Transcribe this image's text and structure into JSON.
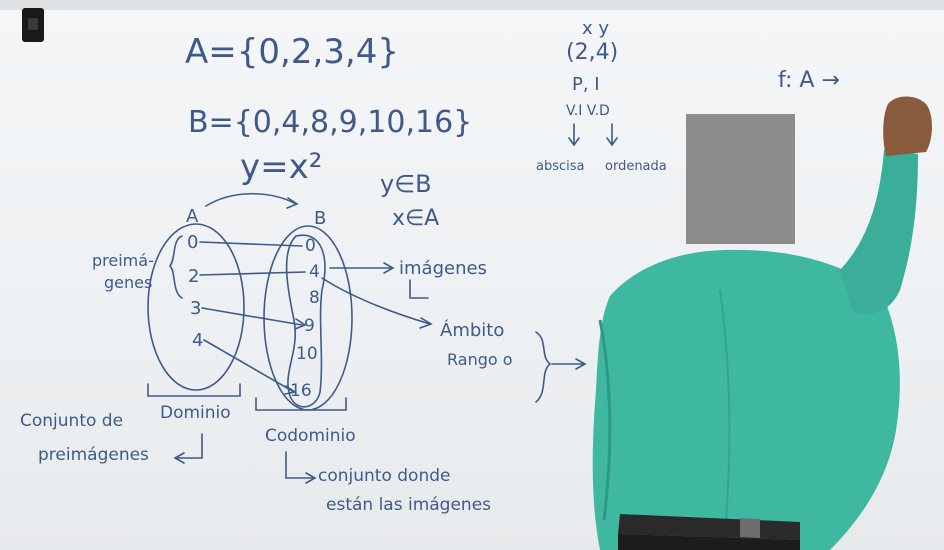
{
  "whiteboard": {
    "set_a": "A={0,2,3,4}",
    "set_b": "B={0,4,8,9,10,16}",
    "function_rule": "y=x²",
    "y_in_b": "y∈B",
    "x_in_a": "x∈A",
    "label_a": "A",
    "label_b": "B",
    "preimagenes": [
      "preimá-",
      "genes"
    ],
    "domain_values": [
      "0",
      "2",
      "3",
      "4"
    ],
    "codomain_values": [
      "0",
      "4",
      "8",
      "9",
      "10",
      "16"
    ],
    "imagenes": "imágenes",
    "ambito_rango": [
      "Ámbito",
      "Rango o"
    ],
    "dominio": "Dominio",
    "codominio": "Codominio",
    "conjunto_preimagenes": [
      "Conjunto de",
      "preimágenes"
    ],
    "conjunto_imagenes": [
      "conjunto donde",
      "están las imágenes"
    ],
    "xy_header": "x  y",
    "pair": "(2,4)",
    "p_i": "P, I",
    "vi_vd": "V.I  V.D",
    "abscisa": "abscisa",
    "ordenada": "ordenada",
    "f_mapping": "f: A →"
  },
  "colors": {
    "marker_blue": "#3f5a8a",
    "shirt_teal": "#3fb8a0",
    "face_mask": "#8c8c8c"
  }
}
